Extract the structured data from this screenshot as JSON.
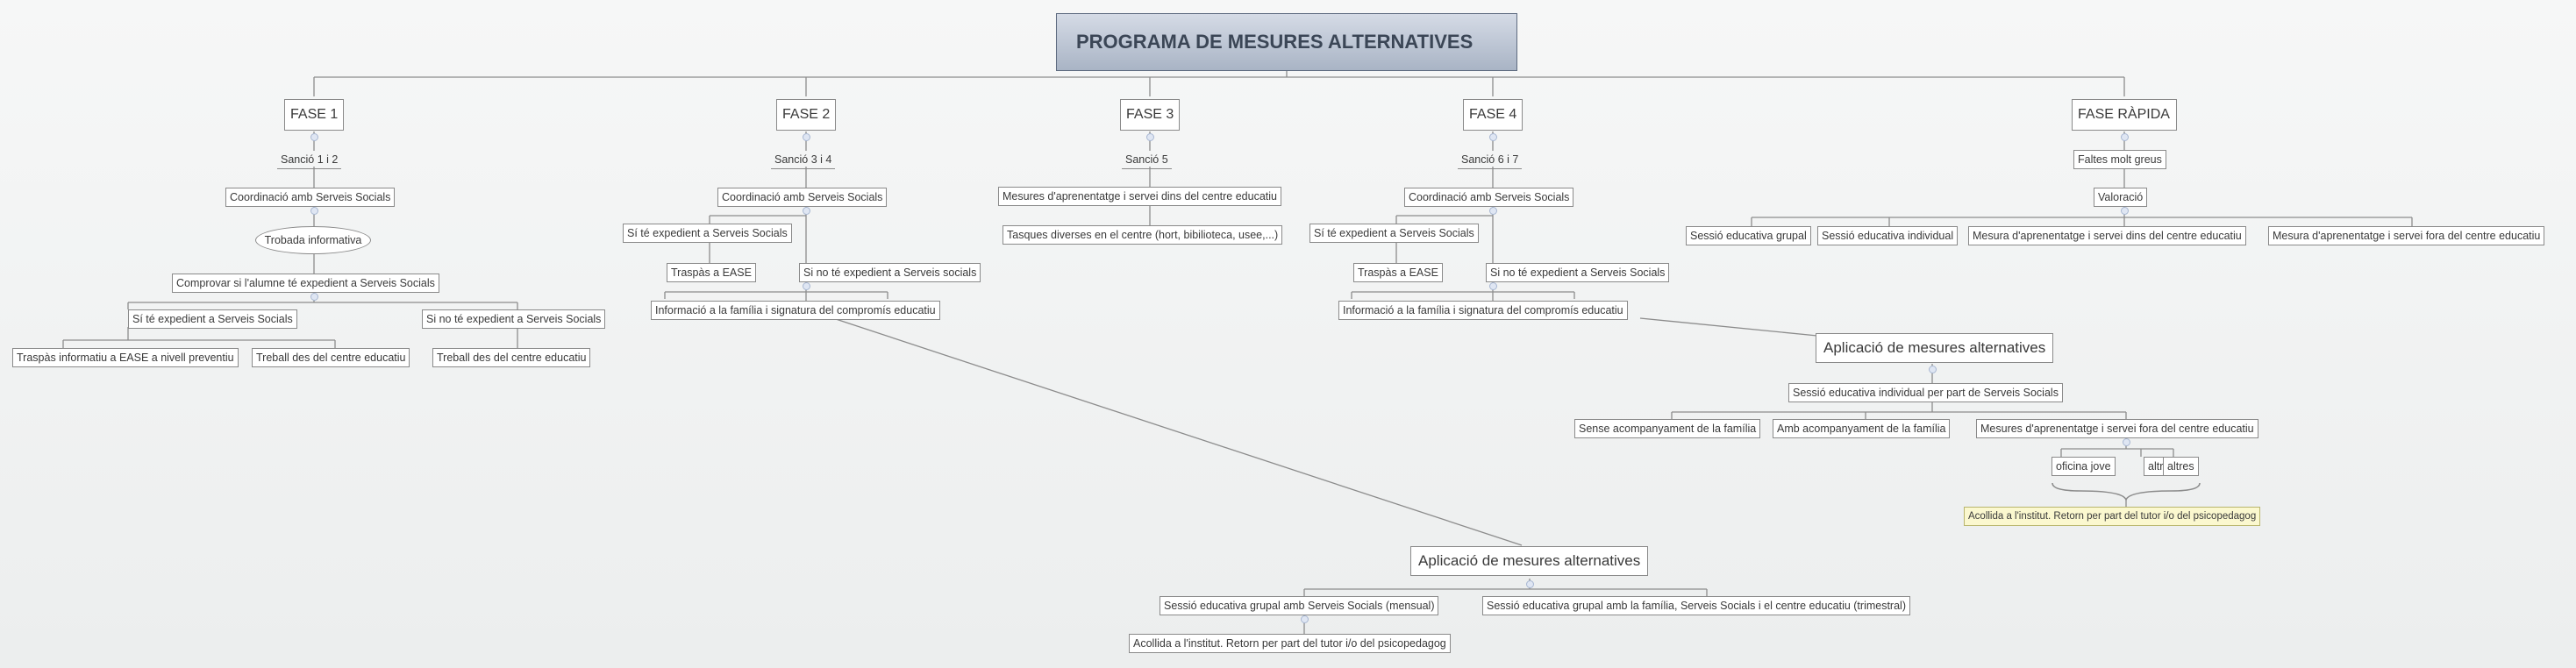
{
  "root": "PROGRAMA DE MESURES ALTERNATIVES",
  "fase1": {
    "title": "FASE 1",
    "n1": "Sanció 1 i 2",
    "n2": "Coordinació amb Serveis Socials",
    "n3": "Trobada informativa",
    "n4": "Comprovar si l'alumne té expedient a Serveis Socials",
    "yes": "Sí té expedient a Serveis Socials",
    "no": "Si no té expedient a Serveis Socials",
    "yes_a": "Traspàs informatiu a EASE a nivell preventiu",
    "yes_b": "Treball des del centre educatiu",
    "no_a": "Treball des del centre educatiu"
  },
  "fase2": {
    "title": "FASE 2",
    "n1": "Sanció 3 i 4",
    "n2": "Coordinació amb Serveis Socials",
    "yes": "Sí té expedient a Serveis Socials",
    "yes_a": "Traspàs a EASE",
    "no": "Si no té expedient a Serveis socials",
    "info": "Informació a la família i signatura del compromís educatiu"
  },
  "fase3": {
    "title": "FASE 3",
    "n1": "Sanció 5",
    "n2": "Mesures d'aprenentatge i servei dins del centre educatiu",
    "n3": "Tasques diverses en el centre (hort, bibilioteca, usee,...)"
  },
  "fase4": {
    "title": "FASE 4",
    "n1": "Sanció 6 i 7",
    "n2": "Coordinació amb Serveis Socials",
    "yes": "Sí té expedient a Serveis Socials",
    "yes_a": "Traspàs a EASE",
    "no": "Si no té expedient a Serveis Socials",
    "info": "Informació a la família i signatura del compromís educatiu"
  },
  "rapida": {
    "title": "FASE RÀPIDA",
    "n1": "Faltes molt greus",
    "n2": "Valoració",
    "c1": "Sessió educativa grupal",
    "c2": "Sessió educativa individual",
    "c3": "Mesura d'aprenentatge i servei dins del centre educatiu",
    "c4": "Mesura d'aprenentatge i servei fora del centre educatiu"
  },
  "aplic_right": {
    "title": "Aplicació de mesures alternatives",
    "n1": "Sessió educativa individual per part de Serveis Socials",
    "c1": "Sense acompanyament de la família",
    "c2": "Amb acompanyament de la família",
    "c3": "Mesures d'aprenentatge i servei fora del centre educatiu",
    "g1": "oficina jove",
    "g2": "altres",
    "g3": "altres",
    "note": "Acollida a l'institut. Retorn per part del tutor i/o del psicopedagog"
  },
  "aplic_bottom": {
    "title": "Aplicació de mesures alternatives",
    "c1": "Sessió educativa grupal amb Serveis Socials (mensual)",
    "c2": "Sessió educativa grupal amb la família, Serveis Socials i el centre educatiu (trimestral)",
    "c1a": "Acollida a l'institut. Retorn per part del tutor i/o del psicopedagog"
  },
  "colors": {
    "root_top": "#d5dbe6",
    "root_bottom": "#a9b4c5",
    "note_bg": "#fbf8cf",
    "line": "#8c8c8c"
  }
}
